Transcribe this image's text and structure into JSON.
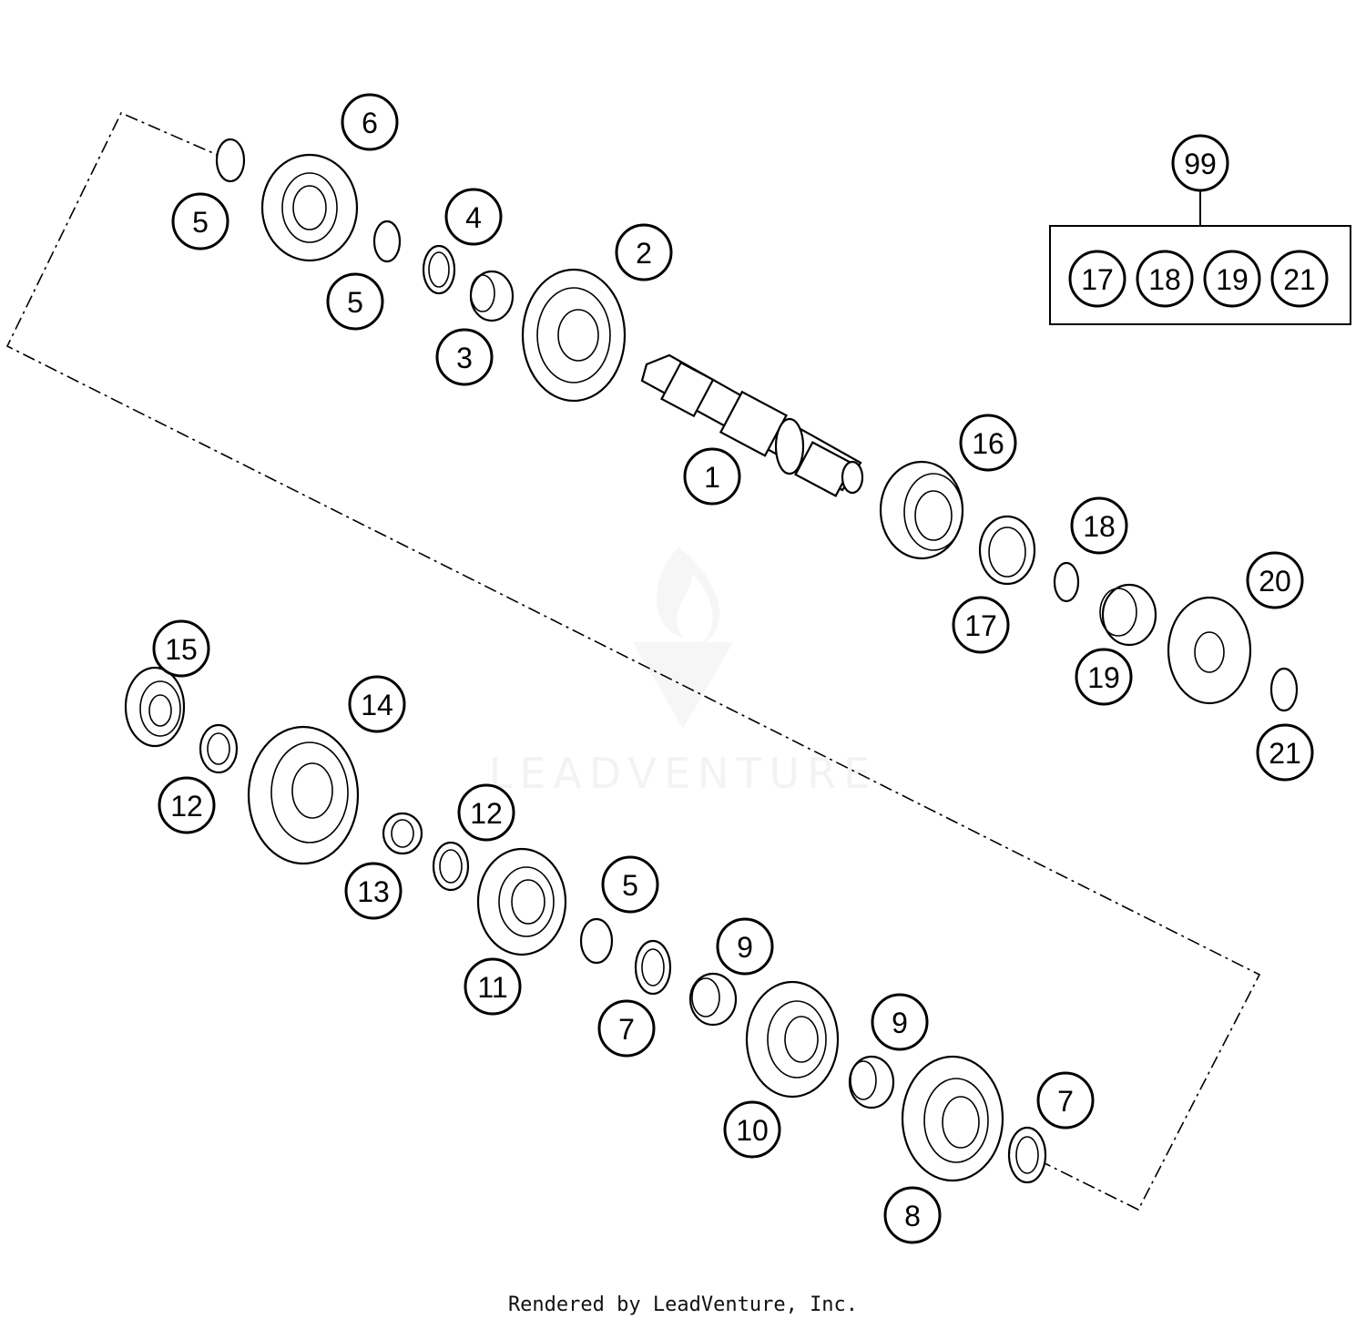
{
  "diagram": {
    "watermark": "LEADVENTURE",
    "footer": "Rendered by LeadVenture, Inc.",
    "kit": {
      "label": "99",
      "items": [
        "17",
        "18",
        "19",
        "21"
      ]
    },
    "callouts": [
      "1",
      "2",
      "3",
      "4",
      "5",
      "5",
      "5",
      "6",
      "7",
      "7",
      "8",
      "9",
      "9",
      "10",
      "11",
      "12",
      "12",
      "13",
      "14",
      "15",
      "16",
      "17",
      "18",
      "19",
      "20",
      "21"
    ]
  }
}
